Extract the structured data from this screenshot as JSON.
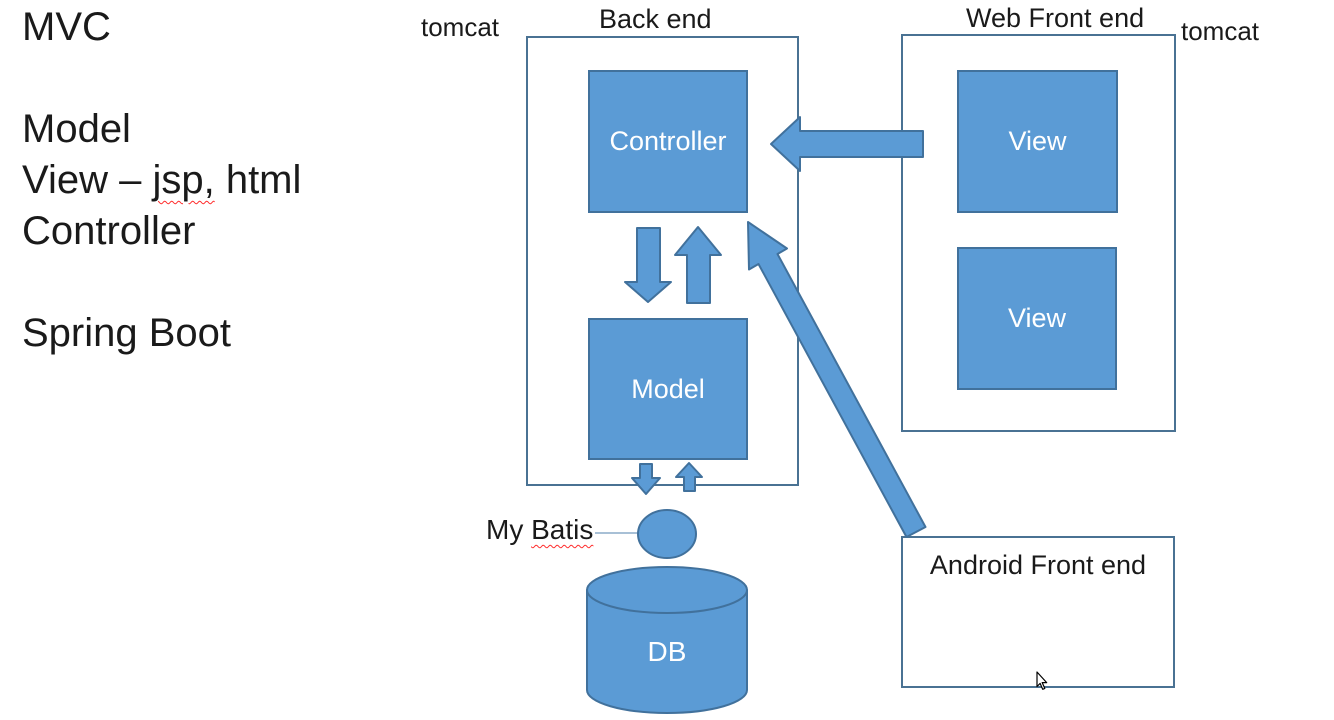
{
  "colors": {
    "background": "#ffffff",
    "shape_fill": "#5b9bd5",
    "shape_border": "#41719c",
    "container_border": "#4a7293",
    "text": "#1a1a1a",
    "shape_text": "#ffffff",
    "spellcheck_underline": "#ff2b2b"
  },
  "notes": {
    "line1": "MVC",
    "line2": "Model",
    "line3_pre": "View – ",
    "line3_marked": "jsp,",
    "line3_post": " html",
    "line4": "Controller",
    "line5": "Spring Boot"
  },
  "backend": {
    "tomcat": "tomcat",
    "title": "Back end",
    "controller": "Controller",
    "model": "Model"
  },
  "web_frontend": {
    "title": "Web Front end",
    "tomcat": "tomcat",
    "view_top": "View",
    "view_bottom": "View"
  },
  "android_frontend": {
    "title": "Android Front end"
  },
  "mybatis": {
    "pre": "My ",
    "marked": "Batis"
  },
  "db": {
    "label": "DB"
  }
}
